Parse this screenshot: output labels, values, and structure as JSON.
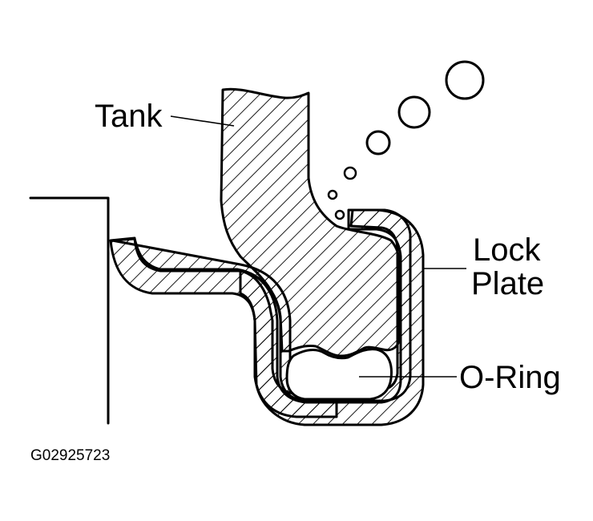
{
  "diagram": {
    "labels": {
      "tank": "Tank",
      "lock_plate_line1": "Lock",
      "lock_plate_line2": "Plate",
      "o_ring": "O-Ring"
    },
    "figure_id": "G02925723"
  }
}
